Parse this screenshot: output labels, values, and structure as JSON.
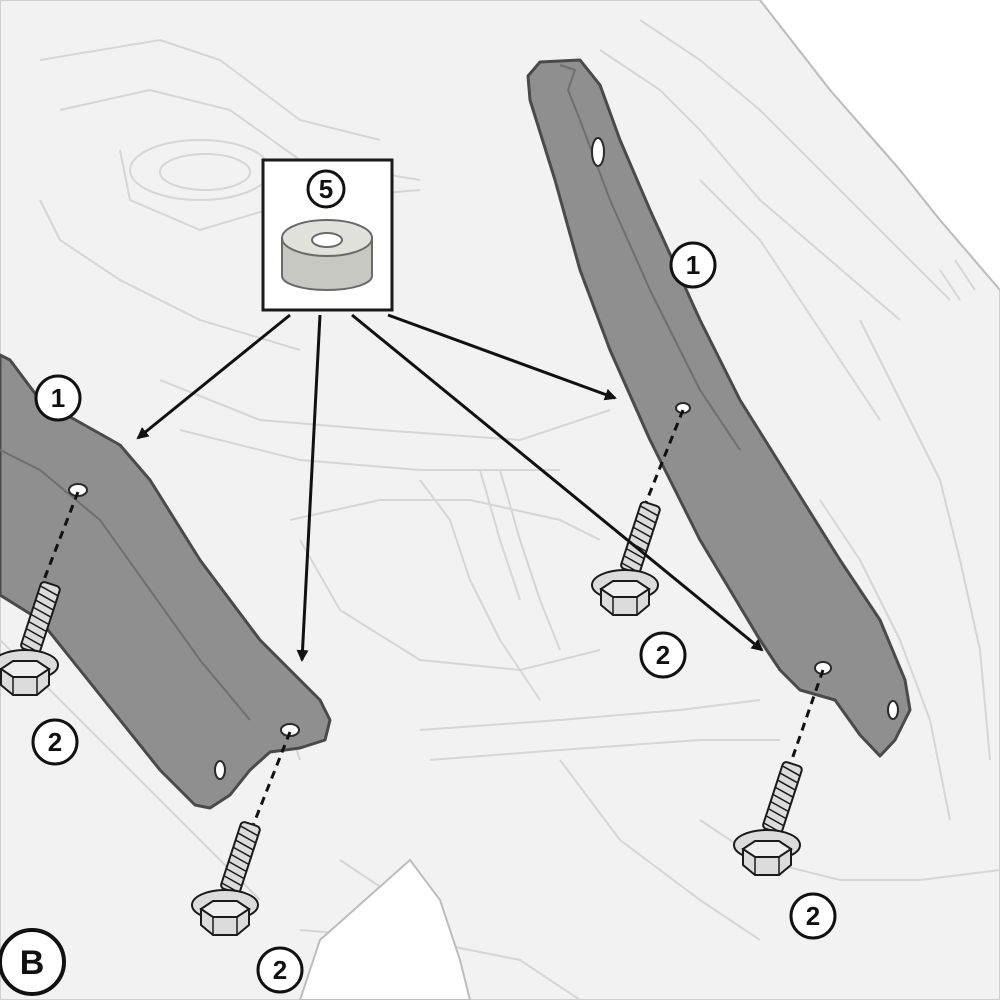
{
  "callouts": {
    "bracket": "1",
    "bolt": "2",
    "spacer": "5"
  },
  "section_label": "B",
  "parts": {
    "bracket": "bracket-plate",
    "bolt": "flange-bolt",
    "spacer": "spacer-washer"
  },
  "colors": {
    "background": "#f2f2f2",
    "background_lines": "#d6d6d6",
    "bracket_fill": "#8f8f8f",
    "bracket_stroke": "#4a4a4a",
    "bolt_fill": "#dcdcdc",
    "outline": "#1a1a1a",
    "callout_fill": "#ffffff",
    "spacer_fill": "#d5d5cf"
  }
}
